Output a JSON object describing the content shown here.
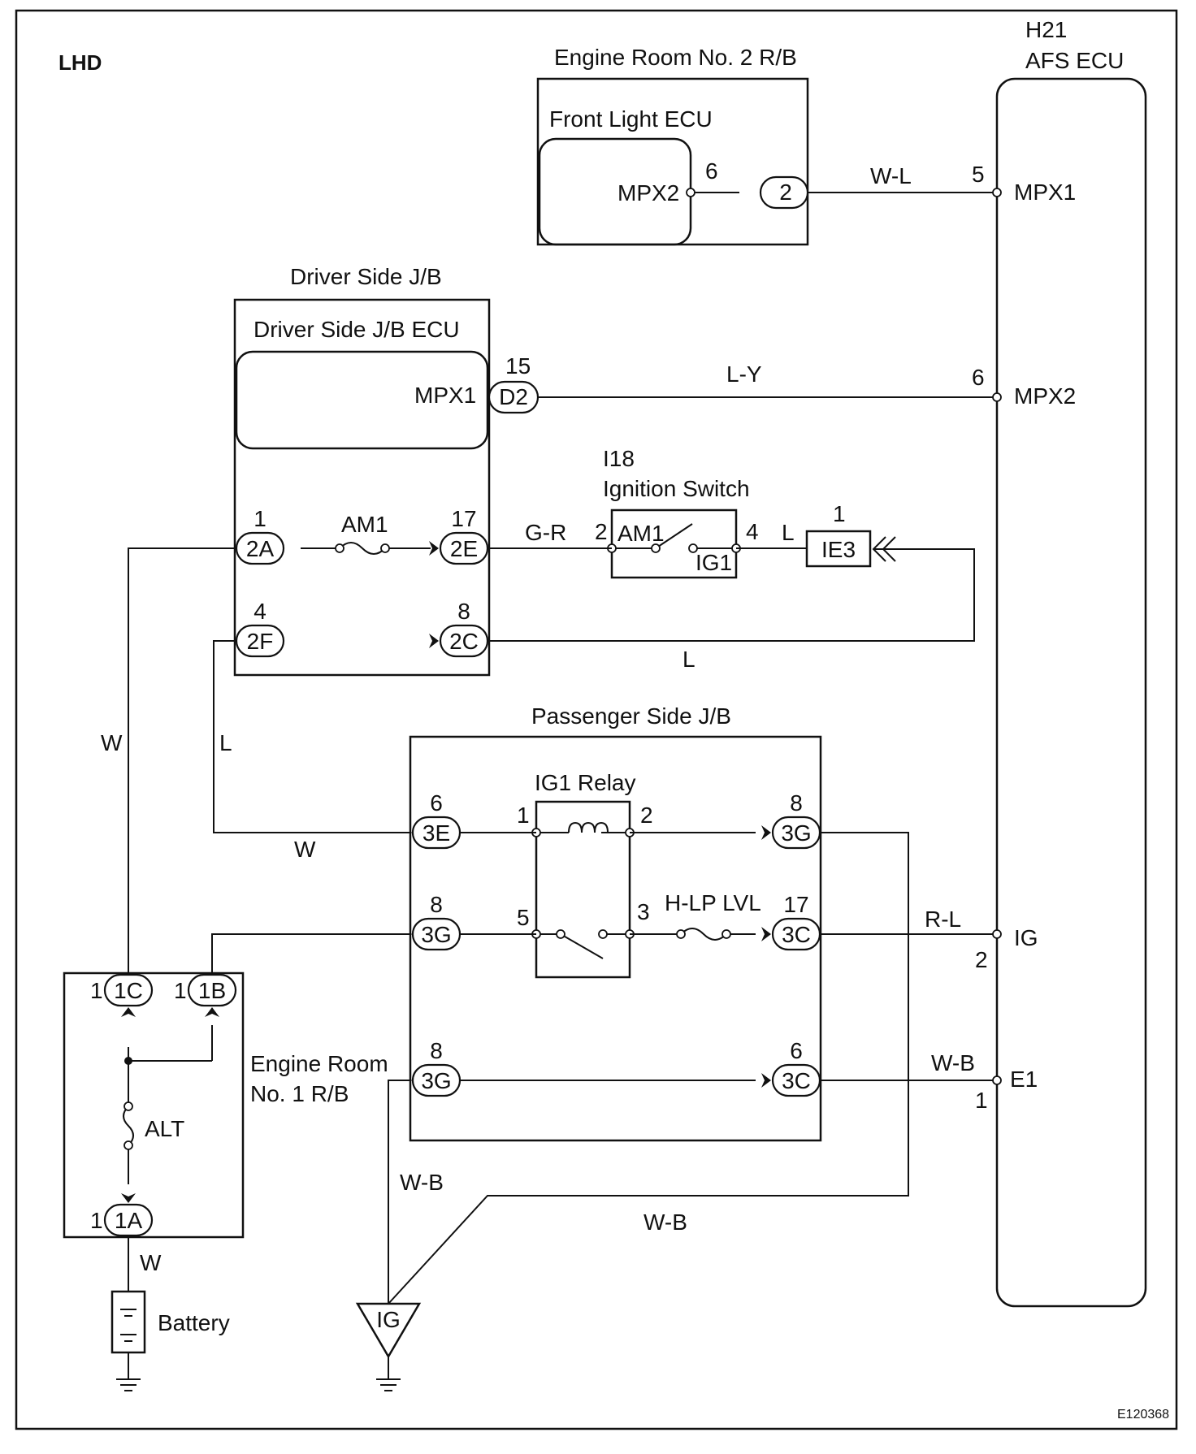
{
  "region": "LHD",
  "figure_id": "E120368",
  "components": {
    "afs_ecu": {
      "code": "H21",
      "name": "AFS ECU",
      "pins": [
        {
          "num": "5",
          "name": "MPX1"
        },
        {
          "num": "6",
          "name": "MPX2"
        },
        {
          "num": "2",
          "name": "IG"
        },
        {
          "num": "1",
          "name": "E1"
        }
      ]
    },
    "engine_room_2_rb": {
      "name": "Engine Room No. 2 R/B",
      "ecu": "Front Light ECU",
      "terminal": "MPX2",
      "pin": "6",
      "connector": "2"
    },
    "driver_side_jb": {
      "name": "Driver Side J/B",
      "ecu": "Driver Side J/B ECU",
      "terminal": "MPX1",
      "pin": "15",
      "connector": "D2"
    },
    "ignition_switch": {
      "code": "I18",
      "name": "Ignition Switch",
      "pin_in": "2",
      "pin_out": "4",
      "contact_in": "AM1",
      "contact_out": "IG1"
    },
    "ie3": {
      "name": "IE3",
      "pin": "1"
    },
    "passenger_side_jb": {
      "name": "Passenger Side J/B"
    },
    "ig1_relay": {
      "name": "IG1 Relay",
      "pins": [
        "1",
        "2",
        "5",
        "3"
      ]
    },
    "hlp_fuse": {
      "name": "H-LP LVL"
    },
    "engine_room_1_rb": {
      "name_line1": "Engine Room",
      "name_line2": "No. 1 R/B",
      "fuse": "ALT"
    },
    "battery": {
      "name": "Battery"
    },
    "ground": {
      "name": "IG"
    }
  },
  "connectors": [
    {
      "id": "2A",
      "pin": "1"
    },
    {
      "id": "2E",
      "pin": "17"
    },
    {
      "id": "2F",
      "pin": "4"
    },
    {
      "id": "2C",
      "pin": "8"
    },
    {
      "id": "3E",
      "pin": "6"
    },
    {
      "id": "3G",
      "pin": "8"
    },
    {
      "id": "3G",
      "pin": "8"
    },
    {
      "id": "3C",
      "pin": "17"
    },
    {
      "id": "3G",
      "pin": "8"
    },
    {
      "id": "3C",
      "pin": "6"
    },
    {
      "id": "1C",
      "pin": "1"
    },
    {
      "id": "1B",
      "pin": "1"
    },
    {
      "id": "1A",
      "pin": "1"
    }
  ],
  "fuse_am1": "AM1",
  "wires": [
    {
      "from": "Front Light ECU MPX2",
      "to": "AFS ECU MPX1",
      "color": "W-L"
    },
    {
      "from": "Driver Side J/B ECU MPX1",
      "to": "AFS ECU MPX2",
      "color": "L-Y"
    },
    {
      "from": "2E",
      "to": "Ignition Switch 2",
      "color": "G-R"
    },
    {
      "from": "Ignition Switch 4",
      "to": "IE3",
      "color": "L"
    },
    {
      "from": "IE3",
      "to": "2C",
      "color": "L"
    },
    {
      "from": "1C",
      "to": "2A",
      "color": "W"
    },
    {
      "from": "2F",
      "to": "3E",
      "color": "L"
    },
    {
      "from": "2F",
      "to": "3E",
      "color": "W"
    },
    {
      "from": "3C (17)",
      "to": "AFS ECU IG",
      "color": "R-L"
    },
    {
      "from": "3C (6)",
      "to": "AFS ECU E1",
      "color": "W-B"
    },
    {
      "from": "3G (8)",
      "to": "Ground IG",
      "color": "W-B"
    },
    {
      "from": "3G (relay 2)",
      "to": "Ground IG",
      "color": "W-B"
    },
    {
      "from": "1A",
      "to": "Battery",
      "color": "W"
    }
  ]
}
